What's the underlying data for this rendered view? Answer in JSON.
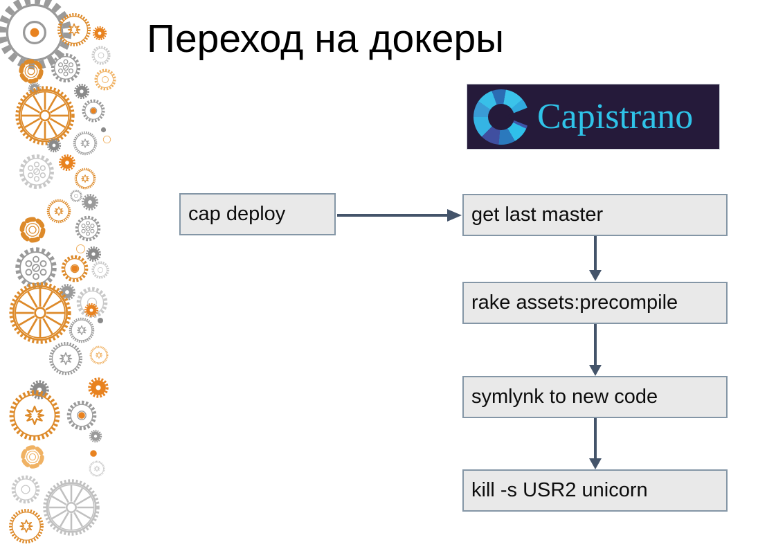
{
  "slide": {
    "title": "Переход на докеры"
  },
  "logo": {
    "text": "Capistrano",
    "background": "#251a3a",
    "text_color": "#2fc3e8",
    "mark_colors": [
      "#38bfe8",
      "#2b6cb3",
      "#3c55a8",
      "#404fa0",
      "#2fc0ea"
    ]
  },
  "flow": {
    "start": "cap deploy",
    "steps": [
      "get last master",
      "rake assets:precompile",
      "symlynk to new code",
      "kill -s USR2 unicorn"
    ]
  },
  "colors": {
    "arrow": "#44546a",
    "box_fill": "#e9e9e9",
    "box_border": "#8496a6",
    "gear_orange_solid": "#e8821f",
    "gear_orange_outline": "#dd8a2a",
    "gear_orange_light": "#f0b264",
    "gear_gray": "#9a9a9a",
    "gear_gray_light": "#c8c8c8",
    "gear_gray_dark": "#8a8a8a"
  }
}
